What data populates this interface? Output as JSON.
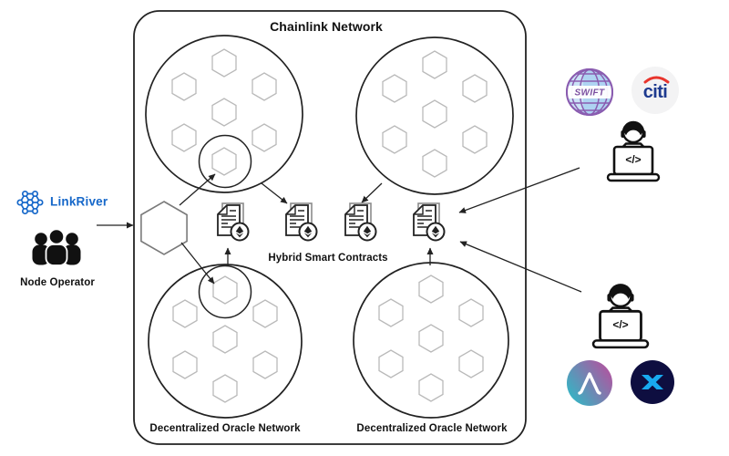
{
  "title": "Chainlink Network",
  "chainlink_box": {
    "hybrid_contracts_label": "Hybrid Smart Contracts",
    "don_left_label": "Decentralized Oracle Network",
    "don_right_label": "Decentralized Oracle Network"
  },
  "node_operator": {
    "brand": "LinkRiver",
    "label": "Node Operator"
  },
  "enterprises": {
    "swift_label": "SWIFT",
    "citi_label": "citi"
  },
  "developers": {
    "code_symbol": "</>"
  },
  "icons": {
    "linkriver": "network-nodes-icon",
    "node_operator": "people-group-icon",
    "oracle_node": "hexagon-node-icon",
    "smart_contract": "document-ethereum-icon",
    "developer": "developer-laptop-icon",
    "swift": "swift-globe-logo",
    "citi": "citi-logo",
    "aave": "aave-logo",
    "synthetix": "synthetix-logo"
  },
  "colors": {
    "outline": "#222222",
    "hexagon_gray": "#b9b9b9",
    "linkriver_blue": "#1567c9",
    "swift_purple": "#8a5cb0",
    "swift_fill": "#aed3f2",
    "citi_blue": "#1d3a8f",
    "citi_red": "#e8342c",
    "citi_bg": "#f3f3f4",
    "aave_teal": "#2ebac6",
    "aave_pink": "#b6509e",
    "snx_navy": "#0e0e40",
    "snx_cyan": "#18aaf0"
  }
}
